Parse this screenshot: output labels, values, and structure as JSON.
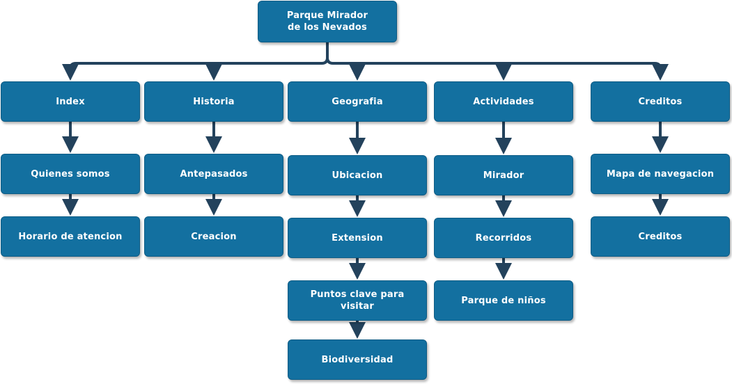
{
  "colors": {
    "node_fill": "#1370a0",
    "node_border": "#0e5c85",
    "connector": "#23425c"
  },
  "diagram": {
    "root": {
      "label": "Parque Mirador\nde los Nevados"
    },
    "columns": [
      {
        "id": "index",
        "label": "Index",
        "children": [
          "Quienes somos",
          "Horario de atencion"
        ]
      },
      {
        "id": "historia",
        "label": "Historia",
        "children": [
          "Antepasados",
          "Creacion"
        ]
      },
      {
        "id": "geografia",
        "label": "Geografia",
        "children": [
          "Ubicacion",
          "Extension",
          "Puntos clave para visitar",
          "Biodiversidad"
        ]
      },
      {
        "id": "actividades",
        "label": "Actividades",
        "children": [
          "Mirador",
          "Recorridos",
          "Parque de niños"
        ]
      },
      {
        "id": "creditos",
        "label": "Creditos",
        "children": [
          "Mapa de navegacion",
          "Creditos"
        ]
      }
    ]
  }
}
